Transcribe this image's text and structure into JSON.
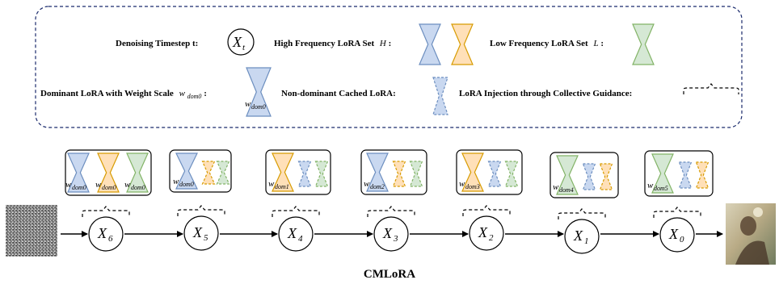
{
  "legend": {
    "timestep_label": "Denoising Timestep t:",
    "timestep_symbol": "X",
    "timestep_sub": "t",
    "high_label": "High Frequency LoRA Set",
    "high_symbol": "H",
    "low_label": "Low Frequency LoRA Set",
    "low_symbol": "L",
    "dominant_label": "Dominant LoRA with Weight Scale",
    "dominant_weight": "w",
    "dominant_weight_sub": "dom0",
    "nondominant_label": "Non-dominant Cached LoRA:",
    "injection_label": "LoRA Injection through Collective Guidance:"
  },
  "steps": [
    {
      "x": "X",
      "sub": "6",
      "w": "w",
      "wsubs": [
        "dom0",
        "dom0",
        "dom0"
      ]
    },
    {
      "x": "X",
      "sub": "5",
      "w": "w",
      "wsubs": [
        "dom0"
      ]
    },
    {
      "x": "X",
      "sub": "4",
      "w": "w",
      "wsubs": [
        "dom1"
      ]
    },
    {
      "x": "X",
      "sub": "3",
      "w": "w",
      "wsubs": [
        "dom2"
      ]
    },
    {
      "x": "X",
      "sub": "2",
      "w": "w",
      "wsubs": [
        "dom3"
      ]
    },
    {
      "x": "X",
      "sub": "1",
      "w": "w",
      "wsubs": [
        "dom4"
      ]
    },
    {
      "x": "X",
      "sub": "0",
      "w": "w",
      "wsubs": [
        "dom5"
      ]
    }
  ],
  "caption": "CMLoRA",
  "colors": {
    "blue_fill": "#c9d8f0",
    "blue_stroke": "#6c8ebf",
    "orange_fill": "#ffe0b8",
    "orange_stroke": "#d79b00",
    "green_fill": "#d5e8d4",
    "green_stroke": "#82b366",
    "legend_border": "#1a2a6c"
  }
}
